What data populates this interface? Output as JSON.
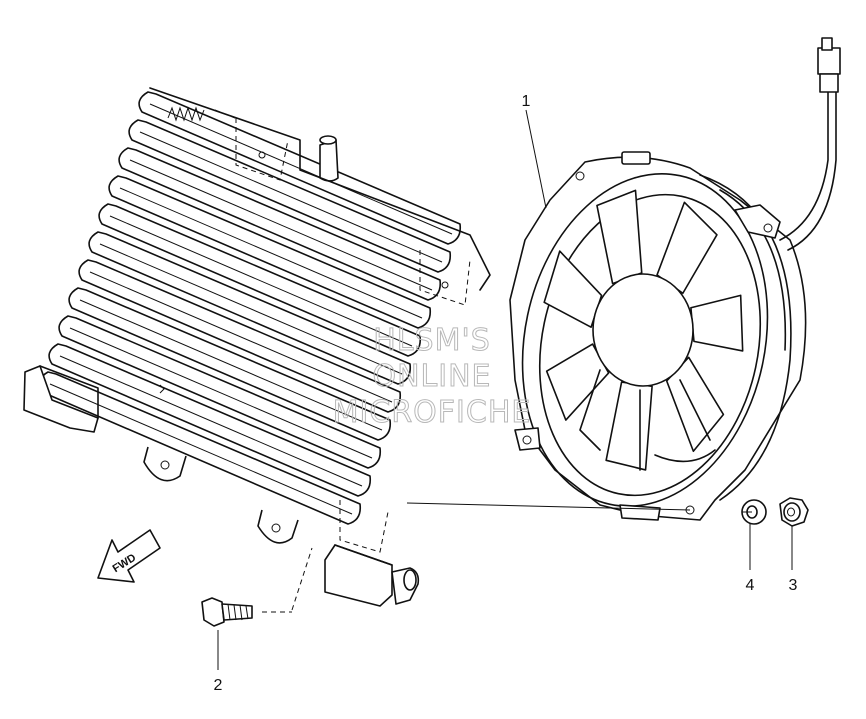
{
  "callouts": {
    "part1": "1",
    "part2": "2",
    "part3": "3",
    "part4": "4"
  },
  "direction_arrow": {
    "label": "FWD"
  },
  "watermark": {
    "line1": "HLSM'S",
    "line2": "ONLINE",
    "line3": "MICROFICHE"
  },
  "colors": {
    "ink": "#111111",
    "watermark": "#b8b8b8",
    "background": "#ffffff"
  }
}
